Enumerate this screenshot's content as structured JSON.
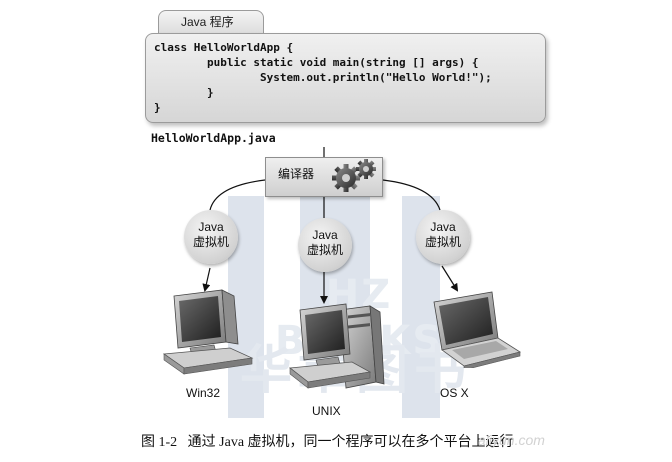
{
  "code_panel": {
    "tab_label": "Java 程序",
    "code_lines": [
      "class HelloWorldApp {",
      "        public static void main(string [] args) {",
      "                System.out.println(\"Hello World!\");",
      "        }",
      "}"
    ]
  },
  "filename": "HelloWorldApp.java",
  "compiler": {
    "label": "编译器"
  },
  "jvms": [
    {
      "line1": "Java",
      "line2": "虚拟机"
    },
    {
      "line1": "Java",
      "line2": "虚拟机"
    },
    {
      "line1": "Java",
      "line2": "虚拟机"
    }
  ],
  "platforms": [
    "Win32",
    "UNIX",
    "OS X"
  ],
  "caption": "图 1-2   通过 Java 虚拟机，同一个程序可以在多个平台上运行",
  "watermark": {
    "text_en": "HZ BOOKS",
    "text_cn": "华章图书",
    "site": "aliyun.com"
  }
}
